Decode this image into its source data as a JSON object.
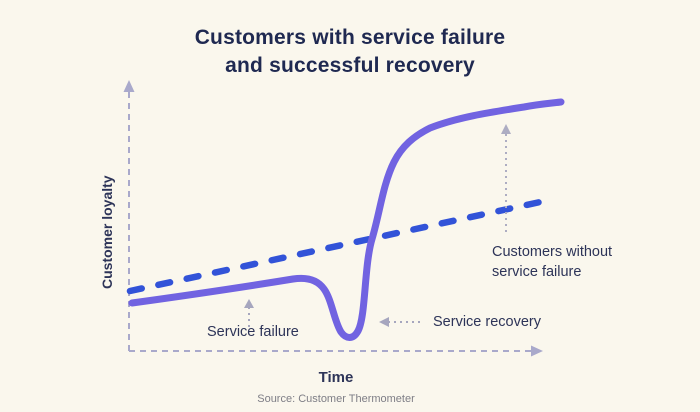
{
  "title": {
    "line1": "Customers with service failure",
    "line2": "and successful recovery"
  },
  "axes": {
    "x_label": "Time",
    "y_label": "Customer loyalty"
  },
  "annotations": {
    "service_failure": "Service failure",
    "service_recovery": "Service recovery",
    "no_failure_line1": "Customers without",
    "no_failure_line2": "service failure"
  },
  "source": "Source: Customer Thermometer",
  "colors": {
    "background": "#FAF7ED",
    "title_text": "#1F2951",
    "label_text": "#2D3458",
    "series_failure_recovery": "#7163E1",
    "series_no_failure": "#3253D8",
    "axis": "#A9A9CB",
    "annotation_arrow": "#A6A6BE",
    "annotation_arrow_light": "#ADADC2",
    "source_text": "#7E7E86"
  },
  "chart_data": {
    "type": "line",
    "title": "Customers with service failure and successful recovery",
    "xlabel": "Time",
    "ylabel": "Customer loyalty",
    "xlim": [
      0,
      100
    ],
    "ylim": [
      0,
      100
    ],
    "grid": false,
    "legend_position": "none",
    "axes_style": "dashed arrows, no tick labels (conceptual chart)",
    "series": [
      {
        "name": "Customers with service failure and successful recovery",
        "style": "solid, thick, rounded",
        "color": "#7163E1",
        "x": [
          0,
          10,
          20,
          30,
          38,
          44,
          47,
          50,
          52,
          55,
          58,
          61,
          65,
          70,
          76,
          84,
          92,
          100
        ],
        "y": [
          18,
          21,
          23,
          26,
          27,
          26,
          17,
          7,
          6,
          14,
          42,
          60,
          70,
          78,
          83,
          87,
          90,
          92
        ]
      },
      {
        "name": "Customers without service failure",
        "style": "dashed",
        "color": "#3253D8",
        "x": [
          0,
          100
        ],
        "y": [
          22,
          56
        ]
      }
    ],
    "annotations": [
      {
        "text": "Service failure",
        "points_to": "dip beginning of solid line",
        "arrow": "dotted, pointing up",
        "x": 29
      },
      {
        "text": "Service recovery",
        "points_to": "steep rise of solid line after dip",
        "arrow": "dotted, pointing left",
        "x": 60
      },
      {
        "text": "Customers without service failure",
        "points_to": "gap between solid and dashed lines",
        "arrow": "dotted, pointing up",
        "x": 91
      }
    ]
  }
}
